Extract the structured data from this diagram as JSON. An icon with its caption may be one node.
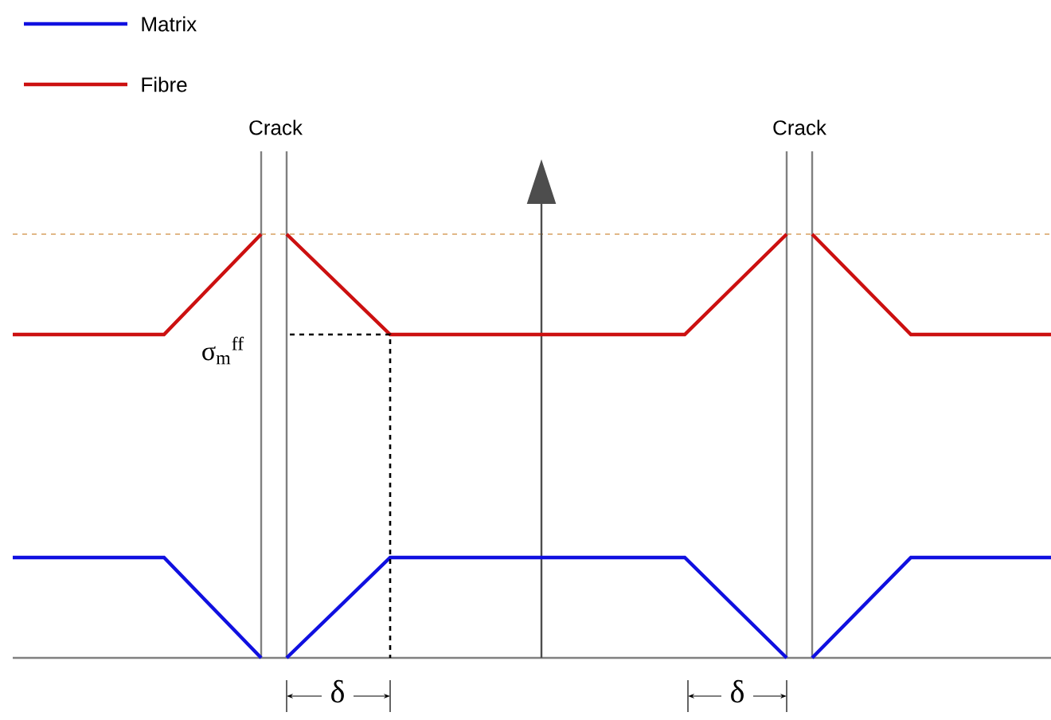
{
  "diagram": {
    "labels": [
      "Crack",
      "Crack",
      "σ$_{m}$$^{ff}$",
      "δ",
      "δ"
    ],
    "legend": [
      {
        "text": "Matrix"
      },
      {
        "text": "Fibre"
      }
    ]
  }
}
